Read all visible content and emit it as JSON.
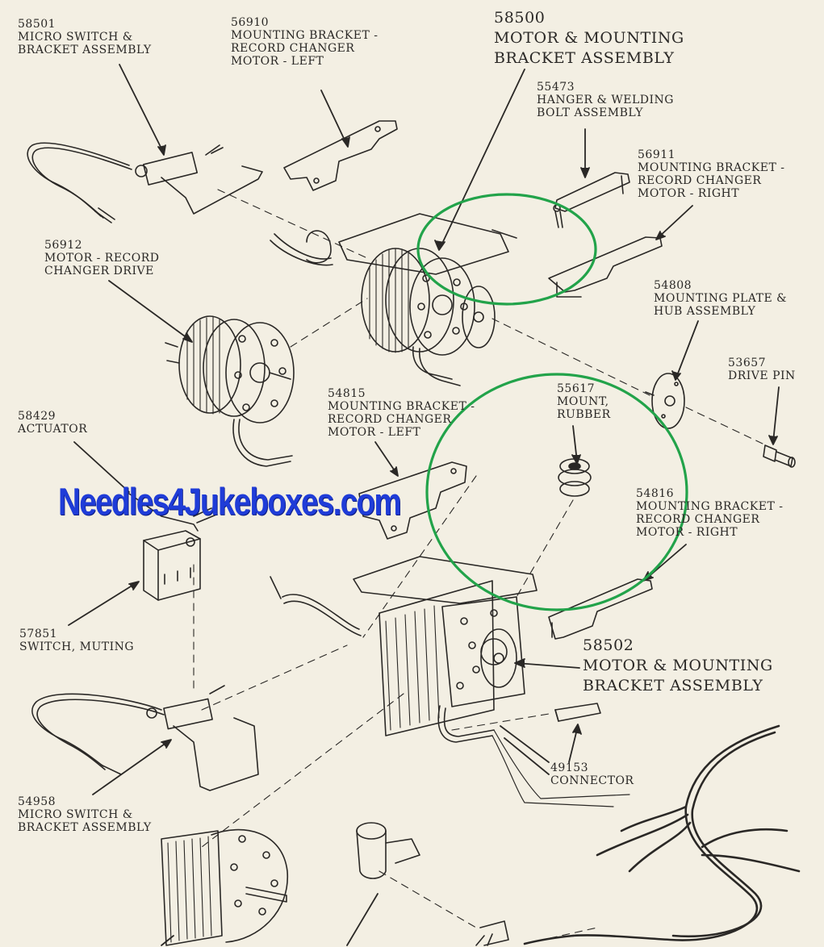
{
  "labels": {
    "p58501": {
      "num": "58501",
      "l1": "MICRO SWITCH &",
      "l2": "BRACKET ASSEMBLY"
    },
    "p56910": {
      "num": "56910",
      "l1": "MOUNTING BRACKET -",
      "l2": "RECORD CHANGER",
      "l3": "MOTOR - LEFT"
    },
    "p58500": {
      "num": "58500",
      "l1": "MOTOR & MOUNTING",
      "l2": "BRACKET ASSEMBLY"
    },
    "p55473": {
      "num": "55473",
      "l1": "HANGER & WELDING",
      "l2": "BOLT ASSEMBLY"
    },
    "p56911": {
      "num": "56911",
      "l1": "MOUNTING BRACKET -",
      "l2": "RECORD CHANGER",
      "l3": "MOTOR - RIGHT"
    },
    "p56912": {
      "num": "56912",
      "l1": "MOTOR - RECORD",
      "l2": "CHANGER DRIVE"
    },
    "p54808": {
      "num": "54808",
      "l1": "MOUNTING PLATE &",
      "l2": "HUB ASSEMBLY"
    },
    "p53657": {
      "num": "53657",
      "l1": "DRIVE PIN"
    },
    "p54815": {
      "num": "54815",
      "l1": "MOUNTING BRACKET -",
      "l2": "RECORD CHANGER",
      "l3": "MOTOR - LEFT"
    },
    "p55617": {
      "num": "55617",
      "l1": "MOUNT,",
      "l2": "RUBBER"
    },
    "p58429": {
      "num": "58429",
      "l1": "ACTUATOR"
    },
    "p54816": {
      "num": "54816",
      "l1": "MOUNTING BRACKET -",
      "l2": "RECORD CHANGER",
      "l3": "MOTOR - RIGHT"
    },
    "p57851": {
      "num": "57851",
      "l1": "SWITCH, MUTING"
    },
    "p58502": {
      "num": "58502",
      "l1": "MOTOR & MOUNTING",
      "l2": "BRACKET ASSEMBLY"
    },
    "p49153": {
      "num": "49153",
      "l1": "CONNECTOR"
    },
    "p54958": {
      "num": "54958",
      "l1": "MICRO SWITCH &",
      "l2": "BRACKET ASSEMBLY"
    }
  },
  "watermark": "Needles4Jukeboxes.com",
  "colors": {
    "paper": "#f3efe3",
    "ink": "#2a2826",
    "highlight": "#22a34a",
    "watermark": "#1f3cd8"
  }
}
